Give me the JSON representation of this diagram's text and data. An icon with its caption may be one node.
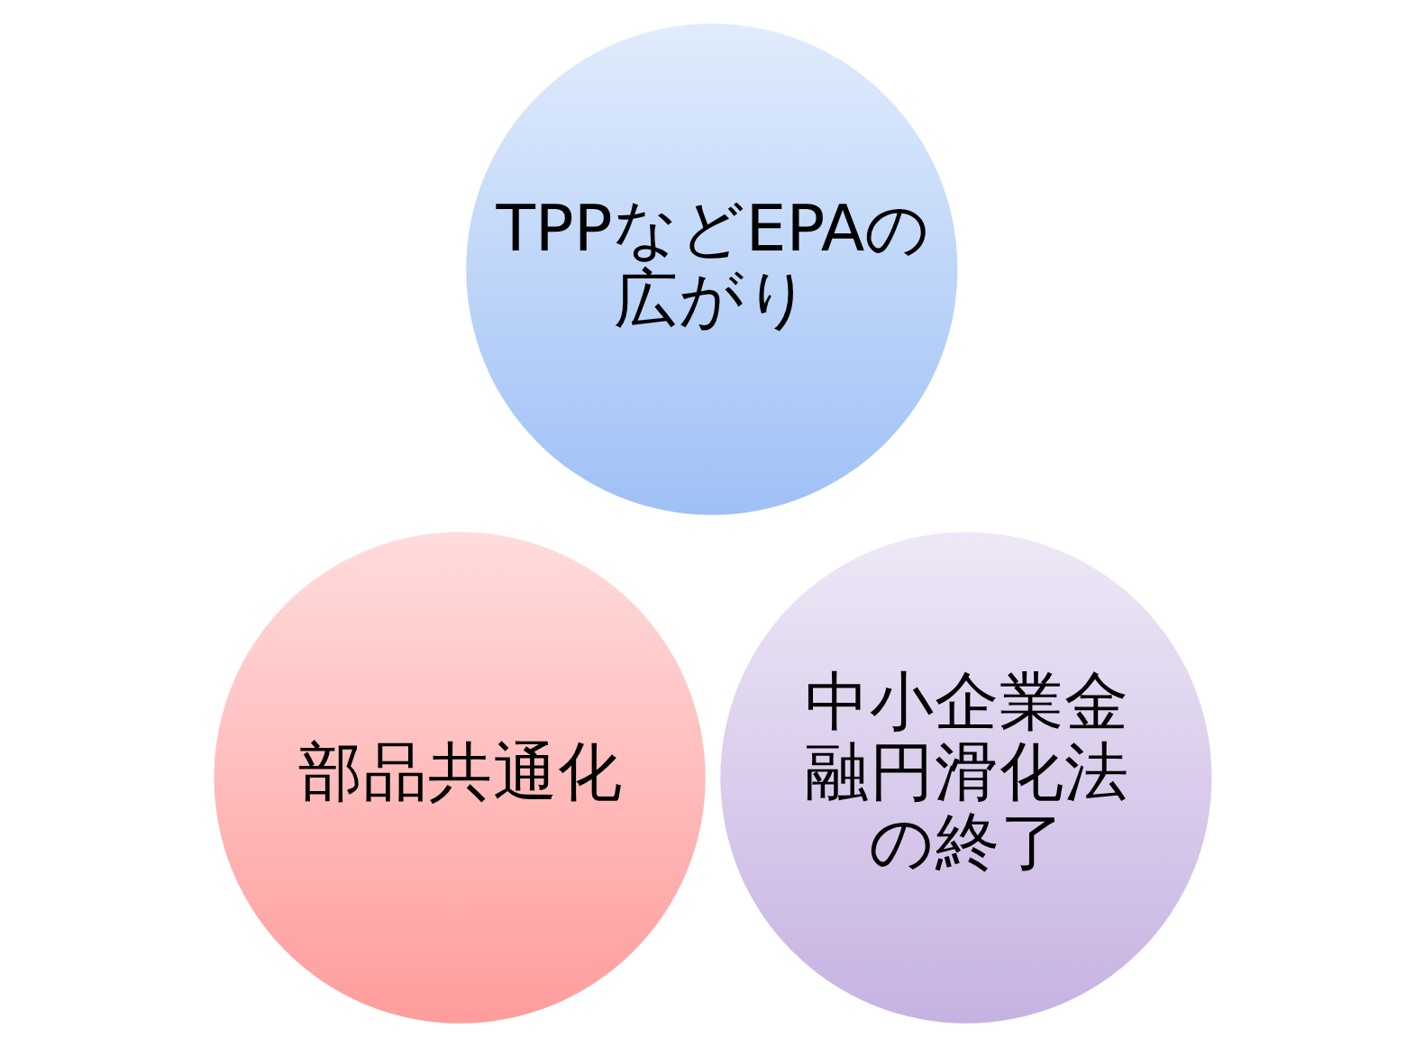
{
  "diagram": {
    "nodes": [
      {
        "text": [
          "TPPなどEPAの広がり"
        ]
      },
      {
        "text": [
          "部品共通化"
        ]
      },
      {
        "text": [
          "中小企業金融円滑化法の終了"
        ]
      }
    ]
  }
}
